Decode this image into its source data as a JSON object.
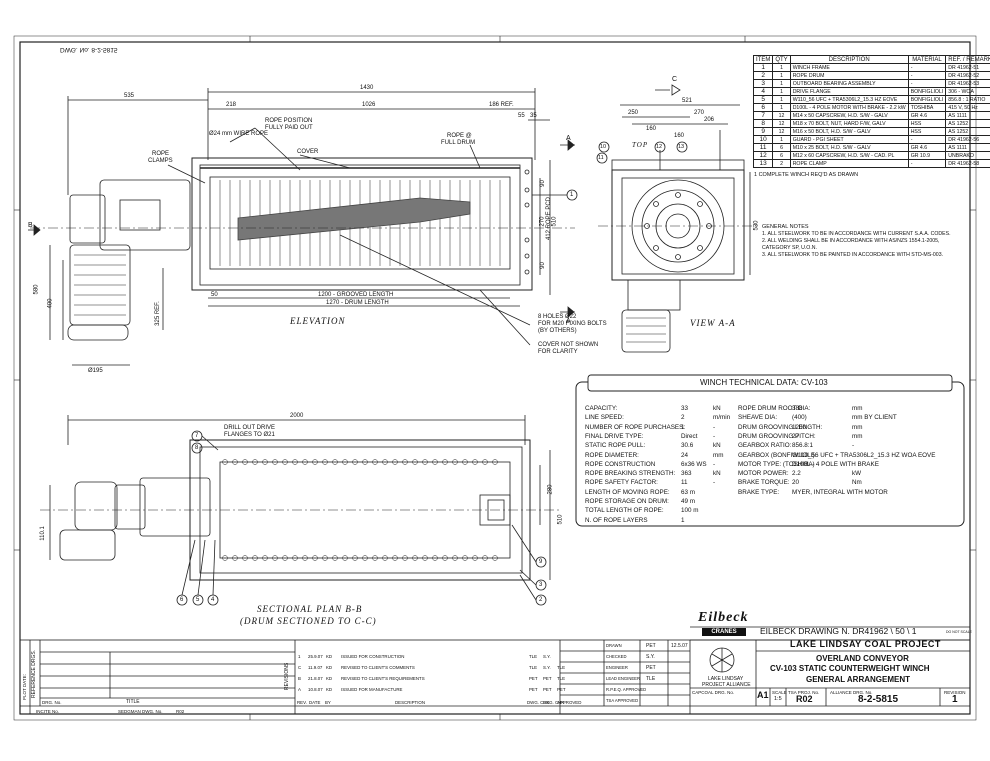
{
  "drawing": {
    "dwg_no_mirror": "DWG. No. 8-2-5815",
    "views": {
      "elevation": "ELEVATION",
      "view_aa": "VIEW A-A",
      "section_title": "SECTIONAL PLAN B-B",
      "section_sub": "(DRUM SECTIONED TO C-C)"
    },
    "elevation_dims": {
      "d535": "535",
      "d1430": "1430",
      "d218": "218",
      "d1026": "1026",
      "d186": "186 REF.",
      "d55": "55",
      "d35": "35",
      "d90a": "90",
      "d270": "270",
      "d510": "510",
      "d412": "412 ROPE PCD",
      "d90b": "90",
      "d50": "50",
      "d1200": "1200 - GROOVED LENGTH",
      "d1270": "1270 - DRUM LENGTH",
      "d580": "580",
      "d400": "400",
      "d325": "325 REF.",
      "d195": "Ø195"
    },
    "elevation_notes": {
      "wire_rope": "Ø24 mm WIRE ROPE",
      "rope_pos_1": "ROPE POSITION",
      "rope_pos_2": "FULLY PAID OUT",
      "rope_full_1": "ROPE @",
      "rope_full_2": "FULL DRUM",
      "cover": "COVER",
      "rope_clamps_1": "ROPE",
      "rope_clamps_2": "CLAMPS",
      "holes_1": "8 HOLES Ø22",
      "holes_2": "FOR M20 FIXING BOLTS",
      "holes_3": "(BY OTHERS)",
      "cover_not_1": "COVER NOT SHOWN",
      "cover_not_2": "FOR CLARITY",
      "sec_a": "A",
      "sec_b": "B",
      "sec_c": "C"
    },
    "view_aa_dims": {
      "d521": "521",
      "d250": "250",
      "d270": "270",
      "d206": "206",
      "d160a": "160",
      "d160b": "160",
      "d530": "530",
      "top": "TOP"
    },
    "section_dims": {
      "d2000": "2000",
      "drill_1": "DRILL OUT DRIVE",
      "drill_2": "FLANGES TO Ø21",
      "d280": "280",
      "d510": "510",
      "d110": "110.1"
    },
    "balloons": [
      "1",
      "10",
      "11",
      "12",
      "13",
      "7",
      "8",
      "6",
      "5",
      "4",
      "9",
      "3",
      "2"
    ]
  },
  "parts_table": {
    "headers": [
      "ITEM",
      "QTY",
      "DESCRIPTION",
      "MATERIAL",
      "REF. / REMARKS"
    ],
    "rows": [
      [
        "1",
        "1",
        "WINCH FRAME",
        "-",
        "DR 41962-51"
      ],
      [
        "2",
        "1",
        "ROPE DRUM",
        "-",
        "DR 41962-52"
      ],
      [
        "3",
        "1",
        "OUTBOARD BEARING ASSEMBLY",
        "-",
        "DR 41962-53"
      ],
      [
        "4",
        "1",
        "DRIVE FLANGE",
        "BONFIGLIOLI",
        "306 - WOA"
      ],
      [
        "5",
        "1",
        "W110_56 UFC + TRA5306L2_15.3 HZ EOVE",
        "BONFIGLIOLI",
        "856.8 : 1 RATIO"
      ],
      [
        "6",
        "1",
        "D100L - 4 POLE MOTOR WITH BRAKE - 2.2 kW",
        "TOSHIBA",
        "415 V, 50 Hz"
      ],
      [
        "7",
        "12",
        "M14 x 50 CAPSCREW, H.D. S/W - GALV",
        "GR 4.6",
        "AS 1111"
      ],
      [
        "8",
        "12",
        "M18 x 70 BOLT, NUT, HARD F/W, GALV",
        "HSS",
        "AS 1252"
      ],
      [
        "9",
        "12",
        "M16 x 50 BOLT, H.D. S/W - GALV",
        "HSS",
        "AS 1252"
      ],
      [
        "10",
        "1",
        "GUARD - PGI SHEET",
        "-",
        "DR 41962-56"
      ],
      [
        "11",
        "6",
        "M10 x 25 BOLT, H.D. S/W - GALV",
        "GR 4.6",
        "AS 1111"
      ],
      [
        "12",
        "6",
        "M12 x 60 CAPSCREW, H.D. S/W - CAD. PL",
        "GR 10.9",
        "UNBRAKO"
      ],
      [
        "13",
        "2",
        "ROPE CLAMP",
        "-",
        "DR 41962-58"
      ]
    ],
    "footnote": "1 COMPLETE WINCH REQ'D AS DRAWN"
  },
  "general_notes": {
    "title": "GENERAL NOTES",
    "items": [
      "1.  ALL STEELWORK TO BE IN ACCORDANCE WITH CURRENT S.A.A. CODES.",
      "2.  ALL WELDING SHALL BE IN ACCORDANCE WITH AS/NZS 1554.1-2005,",
      "     CATEGORY SP, U.O.N.",
      "3.  ALL STEELWORK TO BE PAINTED IN ACCORDANCE WITH STD-MS-003."
    ]
  },
  "tech_data": {
    "title": "WINCH TECHNICAL DATA: CV-103",
    "left": [
      [
        "CAPACITY:",
        "33",
        "kN"
      ],
      [
        "LINE SPEED:",
        "2",
        "m/min"
      ],
      [
        "NUMBER OF ROPE PURCHASES:",
        "1",
        "-"
      ],
      [
        "FINAL DRIVE TYPE:",
        "Direct",
        "-"
      ],
      [
        "STATIC ROPE PULL:",
        "30.6",
        "kN"
      ],
      [
        "ROPE DIAMETER:",
        "24",
        "mm"
      ],
      [
        "ROPE CONSTRUCTION",
        "6x36 WS",
        "-"
      ],
      [
        "ROPE BREAKING STRENGTH:",
        "363",
        "kN"
      ],
      [
        "ROPE SAFETY FACTOR:",
        "11",
        "-"
      ],
      [
        "LENGTH OF MOVING ROPE:",
        "63 m",
        ""
      ],
      [
        "ROPE STORAGE ON DRUM:",
        "49 m",
        ""
      ],
      [
        "TOTAL LENGTH OF ROPE:",
        "100 m",
        ""
      ],
      [
        "N. OF ROPE LAYERS",
        "1",
        ""
      ]
    ],
    "right": [
      [
        "ROPE DRUM ROOT DIA:",
        "388",
        "mm"
      ],
      [
        "SHEAVE DIA:",
        "(400)",
        "mm  BY CLIENT"
      ],
      [
        "DRUM GROOVING LENGTH:",
        "1200",
        "mm"
      ],
      [
        "DRUM GROOVING PITCH:",
        "27",
        "mm"
      ],
      [
        "GEARBOX RATIO:",
        "856.8:1",
        "-"
      ],
      [
        "GEARBOX (BONFIGLIOLI):",
        "W110_56 UFC + TRA5306L2_15.3 HZ WOA EOVE",
        ""
      ],
      [
        "MOTOR TYPE: (TOSHIBA)",
        "D100L - 4 POLE WITH BRAKE",
        ""
      ],
      [
        "MOTOR POWER:",
        "2.2",
        "kW"
      ],
      [
        "BRAKE TORQUE:",
        "20",
        "Nm"
      ],
      [
        "BRAKE TYPE:",
        "MYER, INTEGRAL WITH MOTOR",
        ""
      ]
    ]
  },
  "title_block": {
    "logo": "Eilbeck",
    "logo_sub": "CRANES",
    "eilbeck_drawing": "EILBECK DRAWING N. DR41962 \\ 50 \\ 1",
    "do_not_scale": "DO NOT SCALE",
    "project": "LAKE LINDSAY COAL PROJECT",
    "line1": "OVERLAND CONVEYOR",
    "line2": "CV-103 STATIC COUNTERWEIGHT WINCH",
    "line3": "GENERAL ARRANGEMENT",
    "alliance_1": "LAKE LINDSAY",
    "alliance_2": "PROJECT ALLIANCE",
    "sign_labels": [
      "DRAWN",
      "CHECKED",
      "ENGINEER",
      "LEAD ENGINEER",
      "R.P.E.Q. APPROVED",
      "TSA APPROVED"
    ],
    "sign_names": [
      "PET",
      "S.Y.",
      "PET",
      "TLE",
      "",
      ""
    ],
    "date": "12.5.07",
    "capcoal_label": "CAPCOAL DRG. No.",
    "size_label": "A1",
    "scale_label": "SCALE",
    "scale_val": "1:5",
    "tsa_label": "TSA PROJ. No.",
    "tsa_val": "R02",
    "alliance_label": "ALLIANCE DRG. No.",
    "alliance_val": "8-2-5815",
    "revision_label": "REVISION",
    "revision_val": "1",
    "reference_drgs": "REFERENCE DRGS.",
    "plot_date": "PLOT DATE:",
    "revisions_label": "REVISIONS",
    "rev_headers": [
      "REV.",
      "DATE",
      "BY",
      "DESCRIPTION",
      "DWG. CHK.",
      "DSG. CHK.",
      "APPROVED",
      "TSA APPROVED"
    ],
    "rev_rows": [
      [
        "1",
        "25.9.07",
        "KD",
        "ISSUED FOR CONSTRUCTION",
        "TLE",
        "S.Y.",
        ""
      ],
      [
        "C",
        "11.9.07",
        "KD",
        "REVISED TO CLIENT'S COMMENTS",
        "TLE",
        "S.Y.",
        "TLE"
      ],
      [
        "B",
        "21.8.07",
        "KD",
        "REVISED TO CLIENT'S REQUIREMENTS",
        "PET",
        "PET",
        "TLE"
      ],
      [
        "A",
        "10.8.07",
        "KD",
        "ISSUED FOR MANUFACTURE",
        "PET",
        "PET",
        "PET"
      ]
    ],
    "drg_no_label": "DRG. No.",
    "title_label": "TITLE",
    "incite_label": "INCITE No.",
    "sedgman_label": "SEDGMAN DWG. No.",
    "sedgman_val": "R02"
  }
}
